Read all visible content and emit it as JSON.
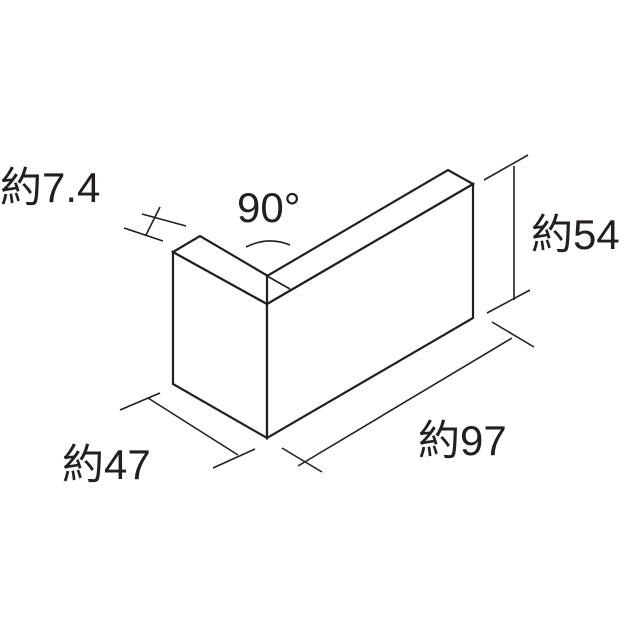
{
  "diagram": {
    "stroke_color": "#231f20",
    "labels": {
      "thickness": "約7.4",
      "angle": "90°",
      "height": "約54",
      "depth": "約47",
      "length": "約97"
    }
  }
}
